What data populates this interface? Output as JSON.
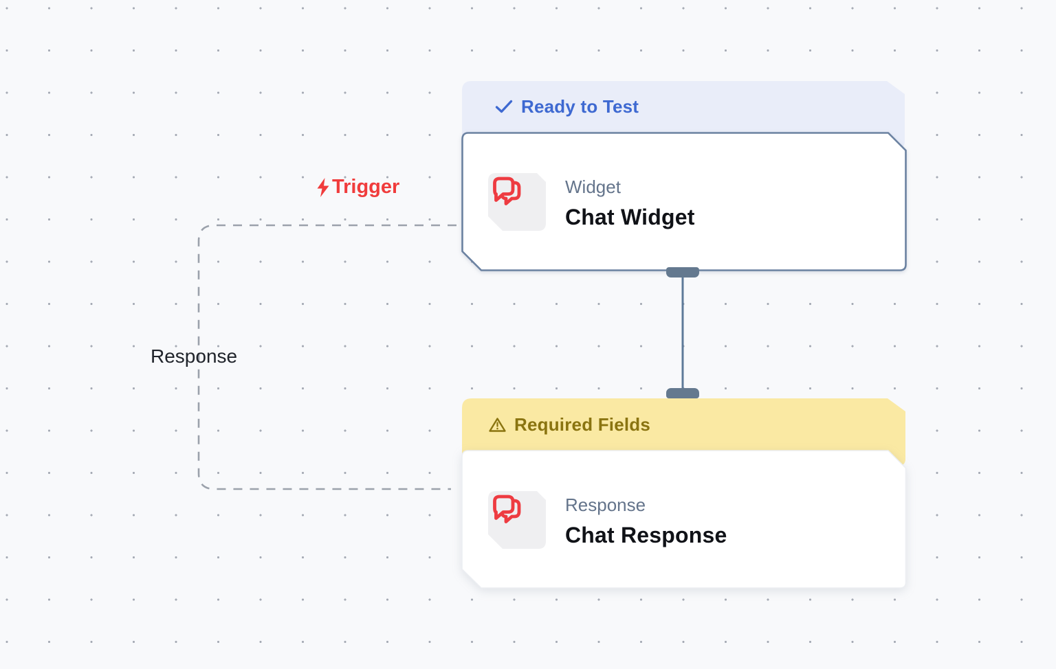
{
  "canvas": {
    "trigger_edge_label": "Trigger",
    "response_edge_label": "Response"
  },
  "nodes": {
    "chat_widget": {
      "status_badge": "Ready to Test",
      "type_label": "Widget",
      "title": "Chat Widget"
    },
    "chat_response": {
      "status_badge": "Required Fields",
      "type_label": "Response",
      "title": "Chat Response"
    }
  },
  "icons": {
    "chat_widget": "chat-bubbles-icon",
    "chat_response": "chat-bubbles-icon",
    "ready_status": "check-icon",
    "warning_status": "warning-triangle-icon",
    "trigger": "lightning-bolt-icon"
  },
  "colors": {
    "canvas_bg": "#F8F9FB",
    "grid_dot": "#A6ABB5",
    "ready_banner_bg": "#E9EDF9",
    "ready_banner_text": "#3E69D1",
    "warning_banner_bg": "#FAE9A3",
    "warning_banner_text": "#8A7410",
    "node_border": "#6B82A1",
    "connector_line": "#5E7A99",
    "connector_handle": "#64798F",
    "accent_red": "#EE3B41",
    "muted_label": "#64748B",
    "title_text": "#101217",
    "edge_dash": "#9BA1AB"
  }
}
